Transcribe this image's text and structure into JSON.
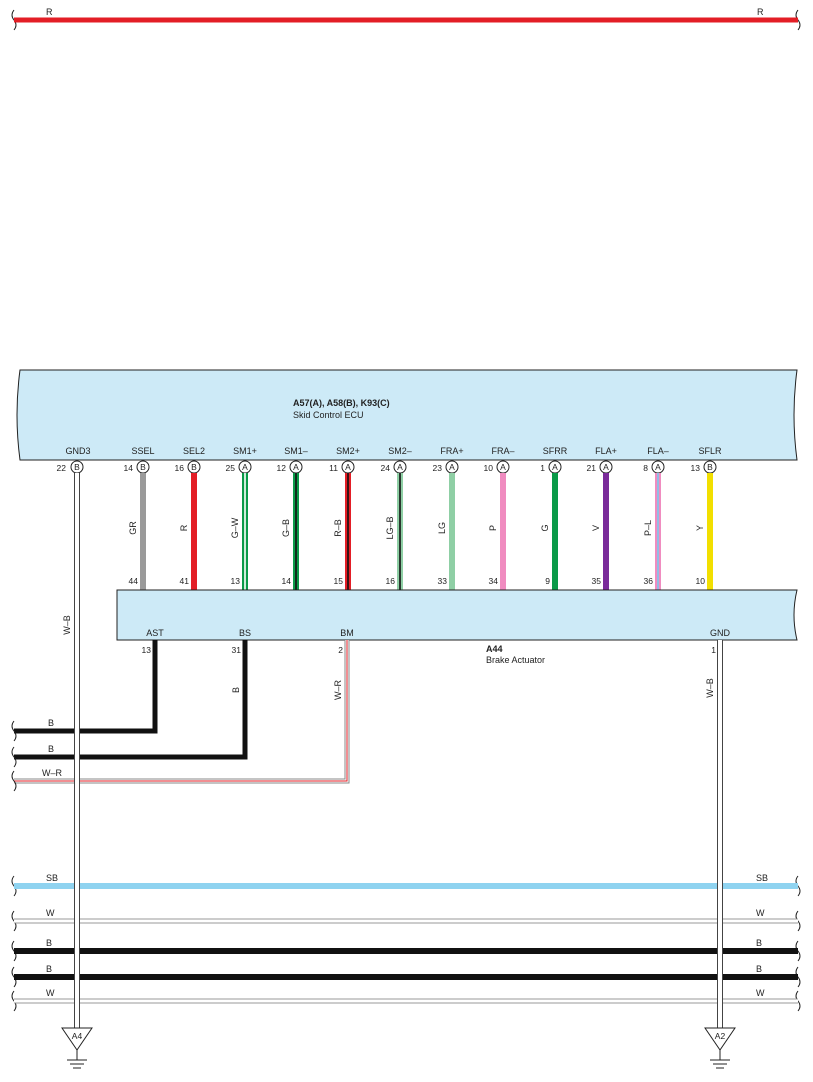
{
  "top_wire": {
    "color_code_left": "R",
    "color_code_right": "R"
  },
  "ecu": {
    "code": "A57(A), A58(B), K93(C)",
    "name": "Skid Control ECU",
    "gnd_label": "GND3",
    "gnd_pin": "22",
    "gnd_connector": "B",
    "pins": [
      {
        "label": "SSEL",
        "pin": "14",
        "conn": "B",
        "wire": "GR",
        "color": "#9a9a9a",
        "stripe": "",
        "act_pin": "44",
        "act_label": "SSEL"
      },
      {
        "label": "SEL2",
        "pin": "16",
        "conn": "B",
        "wire": "R",
        "color": "#e31e26",
        "stripe": "",
        "act_pin": "41",
        "act_label": "SEL2"
      },
      {
        "label": "SM1+",
        "pin": "25",
        "conn": "A",
        "wire": "G–W",
        "color": "#0a9a48",
        "stripe": "#ffffff",
        "act_pin": "13",
        "act_label": "SM1+"
      },
      {
        "label": "SM1–",
        "pin": "12",
        "conn": "A",
        "wire": "G–B",
        "color": "#0a9a48",
        "stripe": "#111111",
        "act_pin": "14",
        "act_label": "SM1–"
      },
      {
        "label": "SM2+",
        "pin": "11",
        "conn": "A",
        "wire": "R–B",
        "color": "#e31e26",
        "stripe": "#111111",
        "act_pin": "15",
        "act_label": "SM2+"
      },
      {
        "label": "SM2–",
        "pin": "24",
        "conn": "A",
        "wire": "LG–B",
        "color": "#8fcfa5",
        "stripe": "#111111",
        "act_pin": "16",
        "act_label": "SM2–"
      },
      {
        "label": "FRA+",
        "pin": "23",
        "conn": "A",
        "wire": "LG",
        "color": "#8fcfa5",
        "stripe": "",
        "act_pin": "33",
        "act_label": "FRA+"
      },
      {
        "label": "FRA–",
        "pin": "10",
        "conn": "A",
        "wire": "P",
        "color": "#f08cc0",
        "stripe": "",
        "act_pin": "34",
        "act_label": "FRA–"
      },
      {
        "label": "SFRR",
        "pin": "1",
        "conn": "A",
        "wire": "G",
        "color": "#0a9a48",
        "stripe": "",
        "act_pin": "9",
        "act_label": "SFRR"
      },
      {
        "label": "FLA+",
        "pin": "21",
        "conn": "A",
        "wire": "V",
        "color": "#7a2b9a",
        "stripe": "",
        "act_pin": "35",
        "act_label": "FLA+"
      },
      {
        "label": "FLA–",
        "pin": "8",
        "conn": "A",
        "wire": "P–L",
        "color": "#f08cc0",
        "stripe": "#7cc8ee",
        "act_pin": "36",
        "act_label": "FLA–"
      },
      {
        "label": "SFLR",
        "pin": "13",
        "conn": "B",
        "wire": "Y",
        "color": "#f2df00",
        "stripe": "",
        "act_pin": "10",
        "act_label": "SFLR"
      }
    ]
  },
  "actuator": {
    "code": "A44",
    "name": "Brake Actuator",
    "lower_pins": [
      {
        "label": "AST",
        "pin": "13",
        "wire": "B"
      },
      {
        "label": "BS",
        "pin": "31",
        "wire": "B"
      },
      {
        "label": "BM",
        "pin": "2",
        "wire": "W–R"
      }
    ],
    "gnd_label": "GND",
    "gnd_pin": "1",
    "gnd_wire": "W–B"
  },
  "gnd3_wire": "W–B",
  "left_stubs": [
    "B",
    "B",
    "W–R"
  ],
  "bus_lines": [
    {
      "left": "SB",
      "right": "SB",
      "color": "#8fd3f0"
    },
    {
      "left": "W",
      "right": "W",
      "color": "#ffffff"
    },
    {
      "left": "B",
      "right": "B",
      "color": "#111111"
    },
    {
      "left": "B",
      "right": "B",
      "color": "#111111"
    },
    {
      "left": "W",
      "right": "W",
      "color": "#ffffff"
    }
  ],
  "grounds": [
    {
      "id": "A4"
    },
    {
      "id": "A2"
    }
  ],
  "colors": {
    "box_fill": "#cdeaf7",
    "red": "#e31e26",
    "black": "#111111"
  }
}
